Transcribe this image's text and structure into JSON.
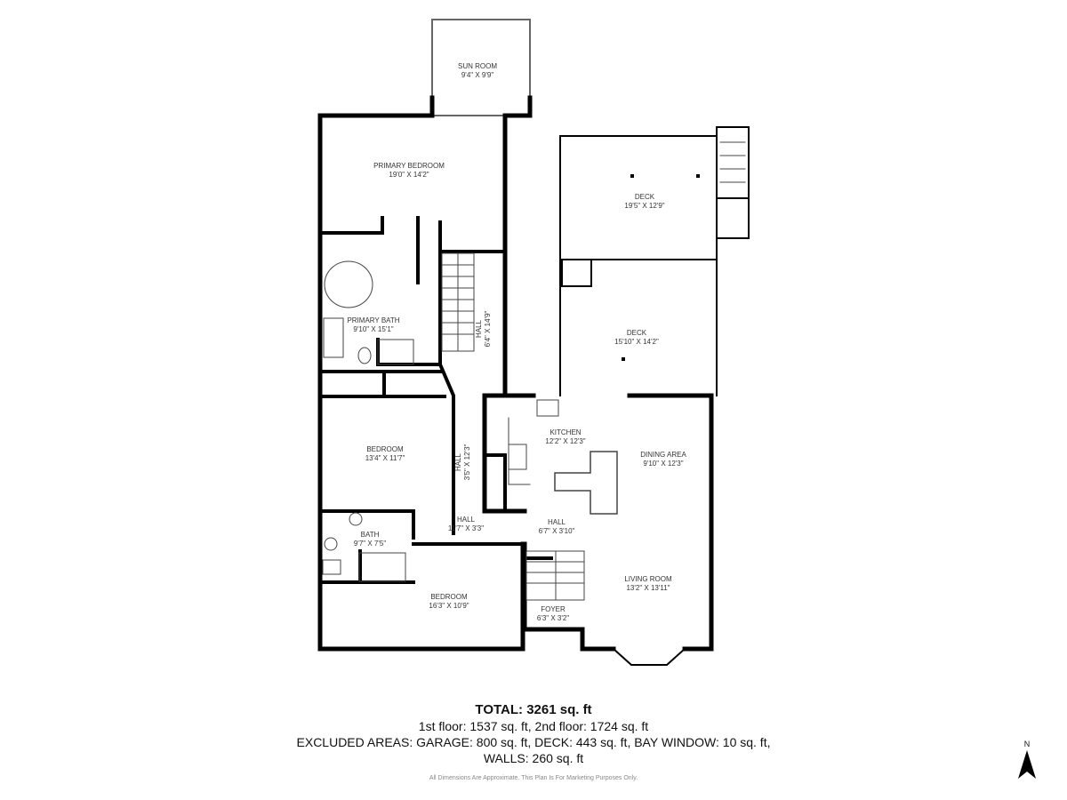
{
  "rooms": {
    "sun_room": {
      "name": "SUN ROOM",
      "dims": "9'4\" X 9'9\""
    },
    "primary_bedroom": {
      "name": "PRIMARY BEDROOM",
      "dims": "19'0\" X 14'2\""
    },
    "primary_bath": {
      "name": "PRIMARY BATH",
      "dims": "9'10\" X 15'1\""
    },
    "hall_upper": {
      "name": "HALL",
      "dims": "6'4\" X 14'9\""
    },
    "deck_upper": {
      "name": "DECK",
      "dims": "19'5\" X 12'9\""
    },
    "deck_lower": {
      "name": "DECK",
      "dims": "15'10\" X 14'2\""
    },
    "bedroom_1": {
      "name": "BEDROOM",
      "dims": "13'4\" X 11'7\""
    },
    "hall_mid": {
      "name": "HALL",
      "dims": "3'5\" X 12'3\""
    },
    "kitchen": {
      "name": "KITCHEN",
      "dims": "12'2\" X 12'3\""
    },
    "dining_area": {
      "name": "DINING AREA",
      "dims": "9'10\" X 12'3\""
    },
    "hall_lower": {
      "name": "HALL",
      "dims": "11'7\" X 3'3\""
    },
    "hall_small": {
      "name": "HALL",
      "dims": "6'7\" X 3'10\""
    },
    "bath": {
      "name": "BATH",
      "dims": "9'7\" X 7'5\""
    },
    "bedroom_2": {
      "name": "BEDROOM",
      "dims": "16'3\" X 10'9\""
    },
    "living_room": {
      "name": "LIVING ROOM",
      "dims": "13'2\" X 13'11\""
    },
    "foyer": {
      "name": "FOYER",
      "dims": "6'3\" X 3'2\""
    }
  },
  "summary": {
    "total": "TOTAL: 3261 sq. ft",
    "floors": "1st floor: 1537 sq. ft, 2nd floor: 1724 sq. ft",
    "excluded": "EXCLUDED AREAS: GARAGE: 800 sq. ft, DECK: 443 sq. ft, BAY WINDOW: 10 sq. ft,",
    "walls": "WALLS: 260 sq. ft"
  },
  "disclaimer": "All Dimensions Are Approximate. This Plan Is For Marketing Purposes Only.",
  "compass": {
    "label": "N",
    "icon": "north-arrow-icon"
  }
}
